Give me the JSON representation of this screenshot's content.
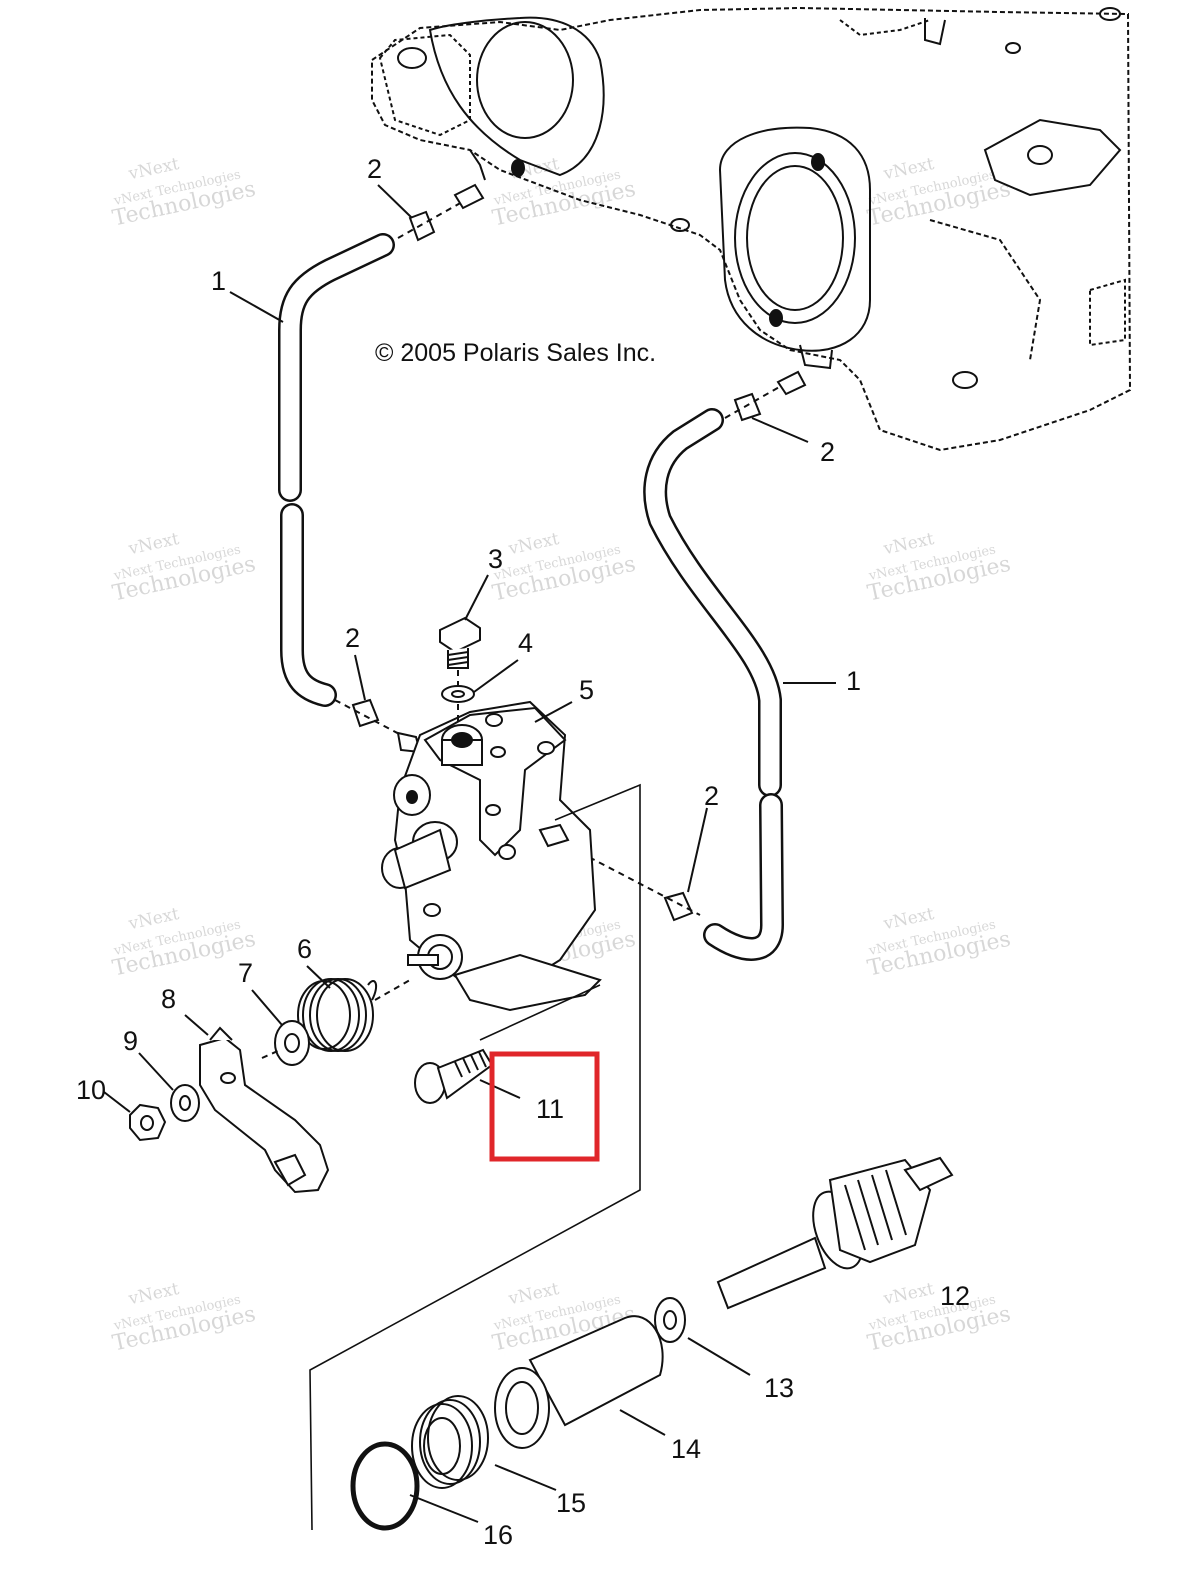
{
  "copyright": "© 2005 Polaris Sales Inc.",
  "watermark": {
    "line1": "vNext Technologies",
    "line2": "Technologies",
    "line3": "vNext"
  },
  "callouts": {
    "c1a": "1",
    "c1b": "1",
    "c2a": "2",
    "c2b": "2",
    "c2c": "2",
    "c2d": "2",
    "c3": "3",
    "c4": "4",
    "c5": "5",
    "c6": "6",
    "c7": "7",
    "c8": "8",
    "c9": "9",
    "c10": "10",
    "c11": "11",
    "c12": "12",
    "c13": "13",
    "c14": "14",
    "c15": "15",
    "c16": "16"
  },
  "highlight": {
    "target": "11",
    "color": "#e0262a"
  }
}
